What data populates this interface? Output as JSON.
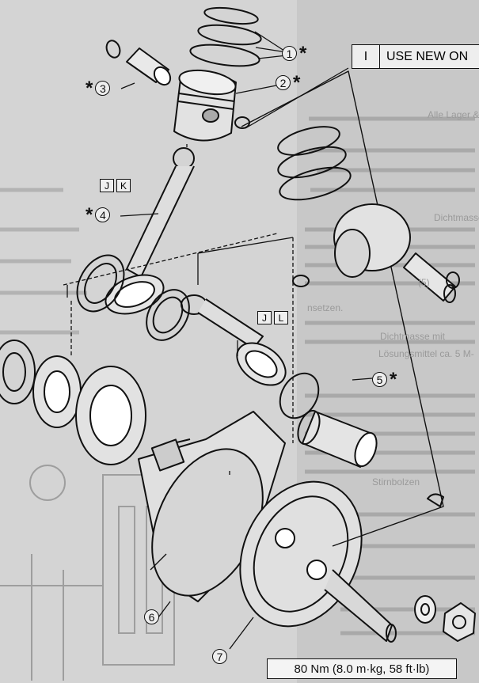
{
  "callouts": {
    "c1": {
      "num": "1",
      "star": "*"
    },
    "c2": {
      "num": "2",
      "star": "*"
    },
    "c3": {
      "num": "3",
      "star": "*"
    },
    "c4": {
      "num": "4",
      "star": "*"
    },
    "c5": {
      "num": "5",
      "star": "*"
    },
    "c6": {
      "num": "6"
    },
    "c7": {
      "num": "7"
    }
  },
  "ref_boxes": {
    "upper": [
      "J",
      "K"
    ],
    "lower": [
      "J",
      "L"
    ]
  },
  "notice": {
    "index": "I",
    "text": "USE NEW ON"
  },
  "torque_spec": "80 Nm (8.0 m·kg, 58 ft·lb)",
  "background_text": [
    "Alle Lager & auf",
    "Dichtmasse",
    "(5)",
    "nsetzen.",
    "Dichtmasse mit",
    "Lösungsmittel ca. 5 M-",
    "Stirnbolzen"
  ],
  "colors": {
    "paper": "#d4d4d4",
    "ink": "#111111"
  }
}
